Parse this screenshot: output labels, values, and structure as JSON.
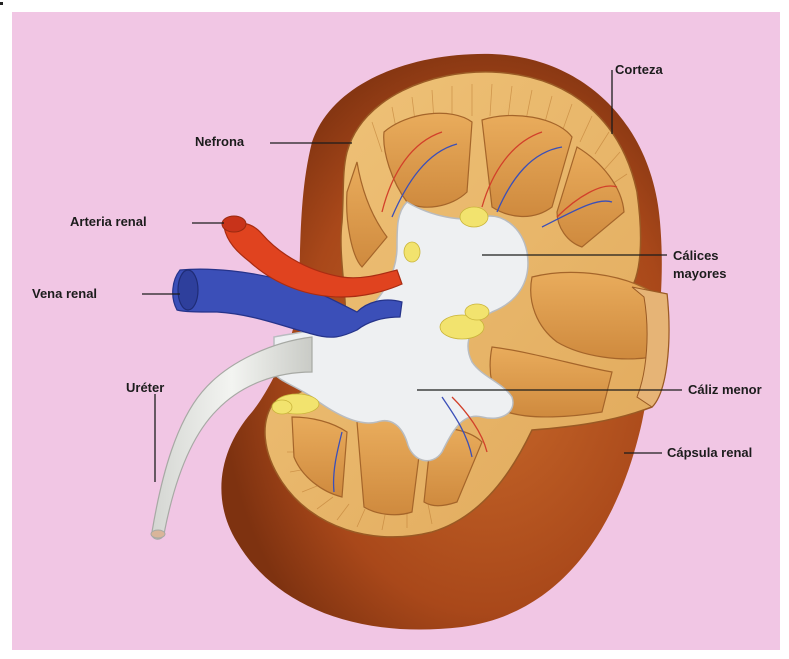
{
  "diagram": {
    "labels": {
      "corteza": "Corteza",
      "nefrona": "Nefrona",
      "arteria_renal": "Arteria renal",
      "vena_renal": "Vena renal",
      "calices_mayores": "Cálices mayores",
      "ureter": "Uréter",
      "caliz_menor": "Cáliz menor",
      "capsula_renal": "Cápsula renal"
    },
    "colors": {
      "background": "#f1c6e4",
      "capsule": "#b3541d",
      "cortex": "#e8b86a",
      "medulla": "#d99a4c",
      "artery": "#e0431f",
      "vein": "#3b4fb8",
      "calyx": "#eef0f2",
      "ureter": "#e6e7e3",
      "fat": "#f2e36e"
    }
  }
}
